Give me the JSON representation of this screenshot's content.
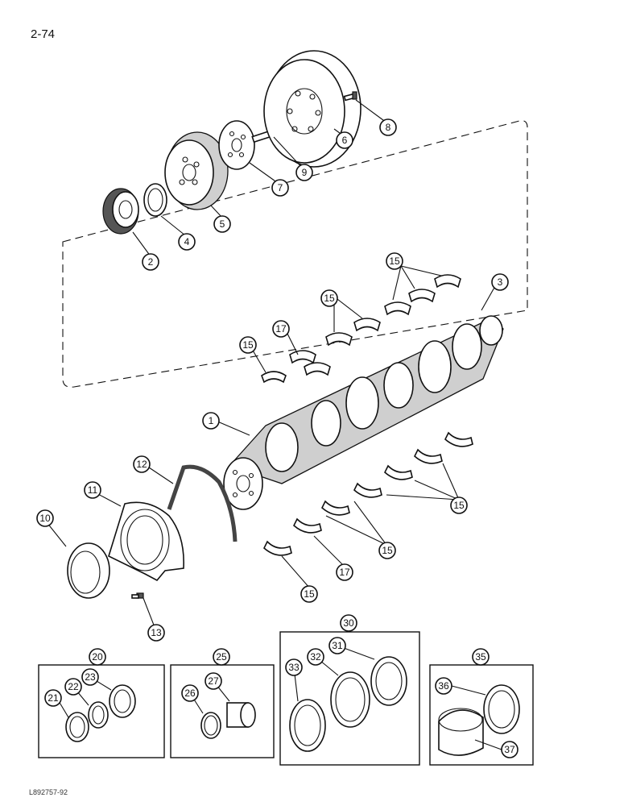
{
  "page_number": "2-74",
  "footer_code": "L892757-92",
  "callouts": {
    "c1": "1",
    "c2": "2",
    "c3": "3",
    "c4": "4",
    "c5": "5",
    "c6": "6",
    "c7": "7",
    "c8": "8",
    "c9": "9",
    "c10": "10",
    "c11": "11",
    "c12": "12",
    "c13": "13",
    "c15a": "15",
    "c15b": "15",
    "c15c": "15",
    "c15d": "15",
    "c15e": "15",
    "c15f": "15",
    "c17a": "17",
    "c17b": "17",
    "c20": "20",
    "c21": "21",
    "c22": "22",
    "c23": "23",
    "c25": "25",
    "c26": "26",
    "c27": "27",
    "c30": "30",
    "c31": "31",
    "c32": "32",
    "c33": "33",
    "c35": "35",
    "c36": "36",
    "c37": "37"
  }
}
